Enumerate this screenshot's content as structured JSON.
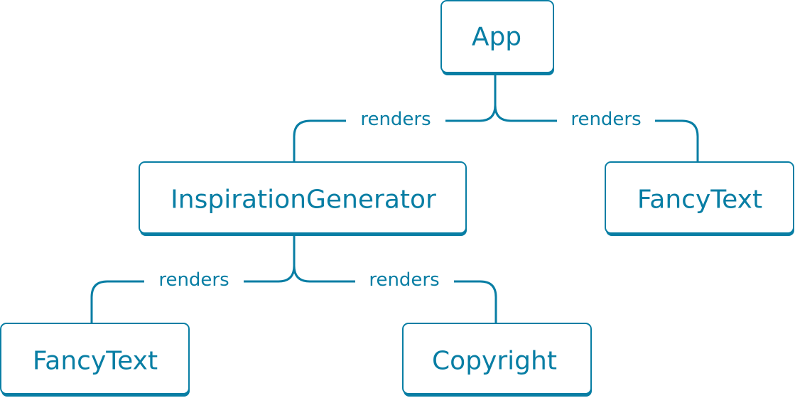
{
  "colors": {
    "primary": "#087ea4",
    "shadow": "#087ea4",
    "background": "#ffffff"
  },
  "nodes": {
    "app": "App",
    "inspiration_generator": "InspirationGenerator",
    "fancy_text_right": "FancyText",
    "fancy_text_left": "FancyText",
    "copyright": "Copyright"
  },
  "edges": {
    "app_to_inspiration": "renders",
    "app_to_fancytext": "renders",
    "inspiration_to_fancytext": "renders",
    "inspiration_to_copyright": "renders"
  }
}
